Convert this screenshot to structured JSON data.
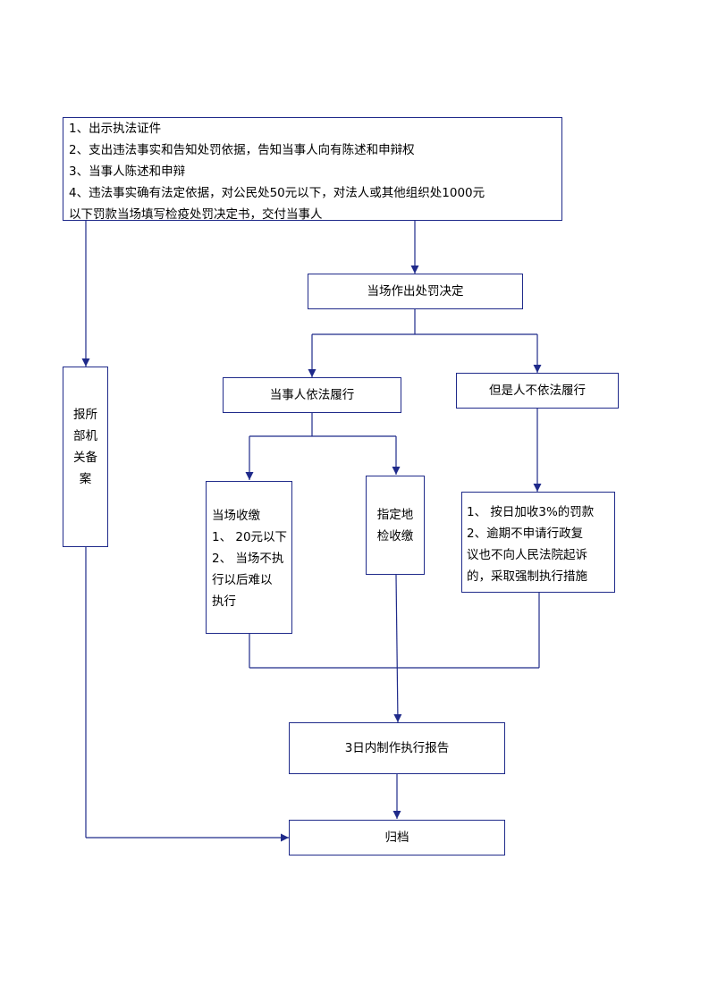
{
  "steps": [
    "1、出示执法证件",
    "2、支出违法事实和告知处罚依据，告知当事人向有陈述和申辩权",
    "3、当事人陈述和申辩",
    "4、违法事实确有法定依据，对公民处50元以下，对法人或其他组织处1000元",
    "以下罚款当场填写检疫处罚决定书，交付当事人"
  ],
  "filing_lines": [
    "报所",
    "部机",
    "关备",
    "案"
  ],
  "decision": "当场作出处罚决定",
  "comply": "当事人依法履行",
  "not_comply": "但是人不依法履行",
  "onsite_lines": [
    "当场收缴",
    "1、 20元以下",
    "2、 当场不执",
    "行以后难以",
    "执行"
  ],
  "designated_lines": [
    "指定地",
    "检收缴"
  ],
  "enforce_lines": [
    "1、 按日加收3%的罚款",
    "2、逾期不申请行政复",
    "议也不向人民法院起诉",
    "的，采取强制执行措施"
  ],
  "report": "3日内制作执行报告",
  "archive": "归档",
  "colors": {
    "line": "#1f2a8a",
    "border": "#1f2a8a"
  }
}
